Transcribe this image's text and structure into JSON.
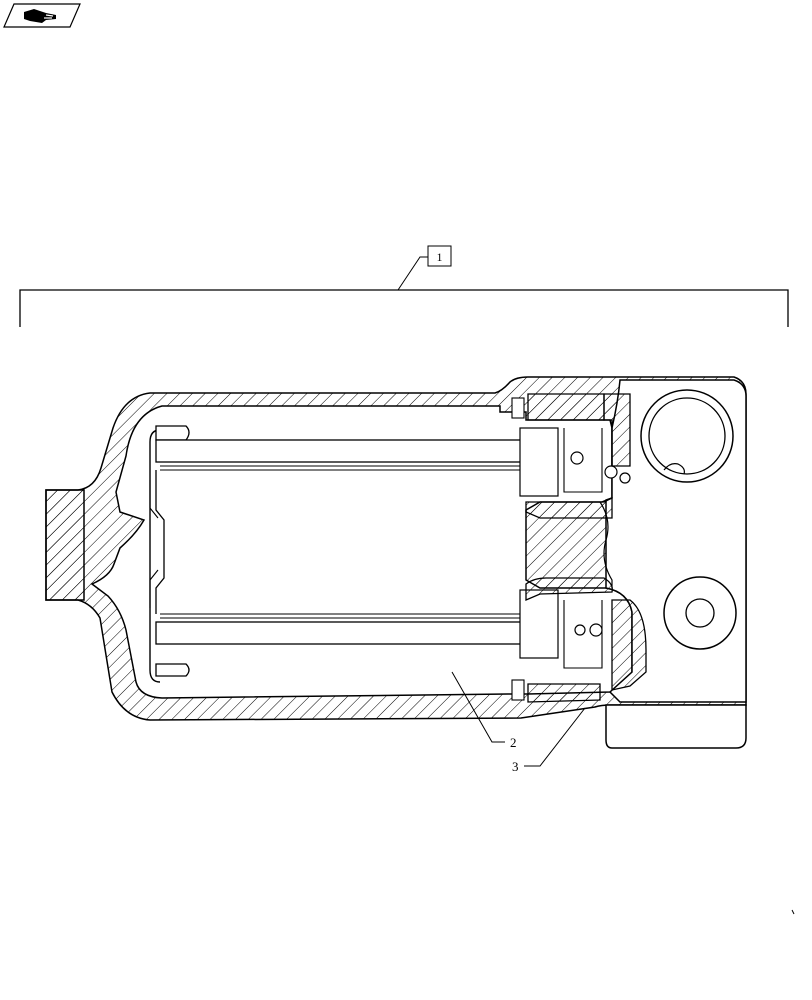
{
  "diagram": {
    "callout_main": "1",
    "label_a": "2",
    "label_b": "3"
  },
  "icons": {
    "corner_icon": "hand-pointer-icon"
  },
  "colors": {
    "line": "#000000",
    "background": "#ffffff"
  }
}
